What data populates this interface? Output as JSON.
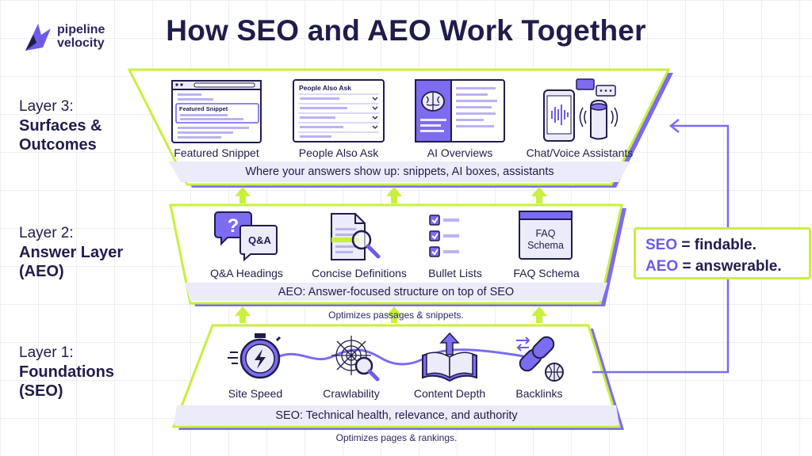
{
  "logo": {
    "line1": "pipeline",
    "line2": "velocity"
  },
  "title": "How SEO and AEO Work Together",
  "layers": [
    {
      "name": "Layer 3:",
      "title_l1": "Surfaces &",
      "title_l2": "Outcomes",
      "items": [
        "Featured Snippet",
        "People Also Ask",
        "AI Overviews",
        "Chat/Voice Assistants"
      ],
      "band": "Where your answers show up: snippets, AI boxes, assistants",
      "sub": ""
    },
    {
      "name": "Layer 2:",
      "title_l1": "Answer Layer",
      "title_l2": "(AEO)",
      "items": [
        "Q&A Headings",
        "Concise Definitions",
        "Bullet Lists",
        "FAQ Schema"
      ],
      "band": "AEO: Answer-focused structure on top of SEO",
      "sub": "Optimizes passages & snippets."
    },
    {
      "name": "Layer 1:",
      "title_l1": "Foundations",
      "title_l2": "(SEO)",
      "items": [
        "Site Speed",
        "Crawlability",
        "Content Depth",
        "Backlinks"
      ],
      "band": "SEO: Technical health, relevance, and authority",
      "sub": "Optimizes pages & rankings."
    }
  ],
  "icons": {
    "featured_snippet_card": "Featured Snippet",
    "paa_card": "People Also Ask",
    "qa_bubble": "Q&A",
    "faq_doc": "FAQ Schema"
  },
  "callout": {
    "line1_key": "SEO",
    "line1_rest": " = findable.",
    "line2_key": "AEO",
    "line2_rest": " = answerable."
  },
  "colors": {
    "navy": "#1f1d4a",
    "purple": "#6c5ce7",
    "lime": "#c8f03c",
    "lavender": "#ecebfa"
  }
}
